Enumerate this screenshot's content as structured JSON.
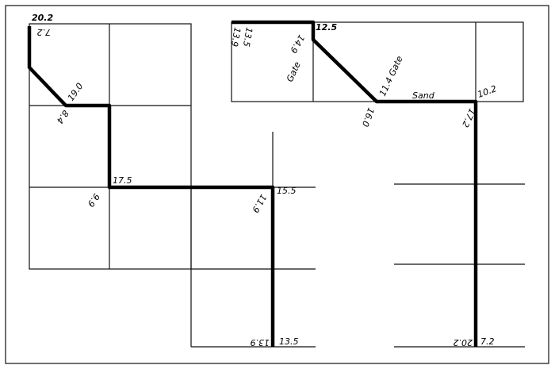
{
  "labels": {
    "tl_top": "20.2",
    "tl_inv": "7.2",
    "l_diag": "19.0",
    "l_corner_inv": "8.4",
    "l_mid_corner": "17.5",
    "l_mid_inv": "9.9",
    "m_corner": "15.5",
    "m_corner_inv": "11.9",
    "m_bottom_inv": "13.9",
    "m_bottom": "13.5",
    "r_top_left_a": "13.9",
    "r_top_left_b": "13.5",
    "r_corner": "12.5",
    "r_corner_inv": "14.9",
    "r_gate": "Gate",
    "r_diag": "11.4 Gate",
    "r_sand": "Sand",
    "r_diag_inv": "16.0",
    "r_corner2": "10.2",
    "r_corner2_inv": "17.2",
    "r_bottom_inv": "20.2",
    "r_bottom": "7.2"
  }
}
